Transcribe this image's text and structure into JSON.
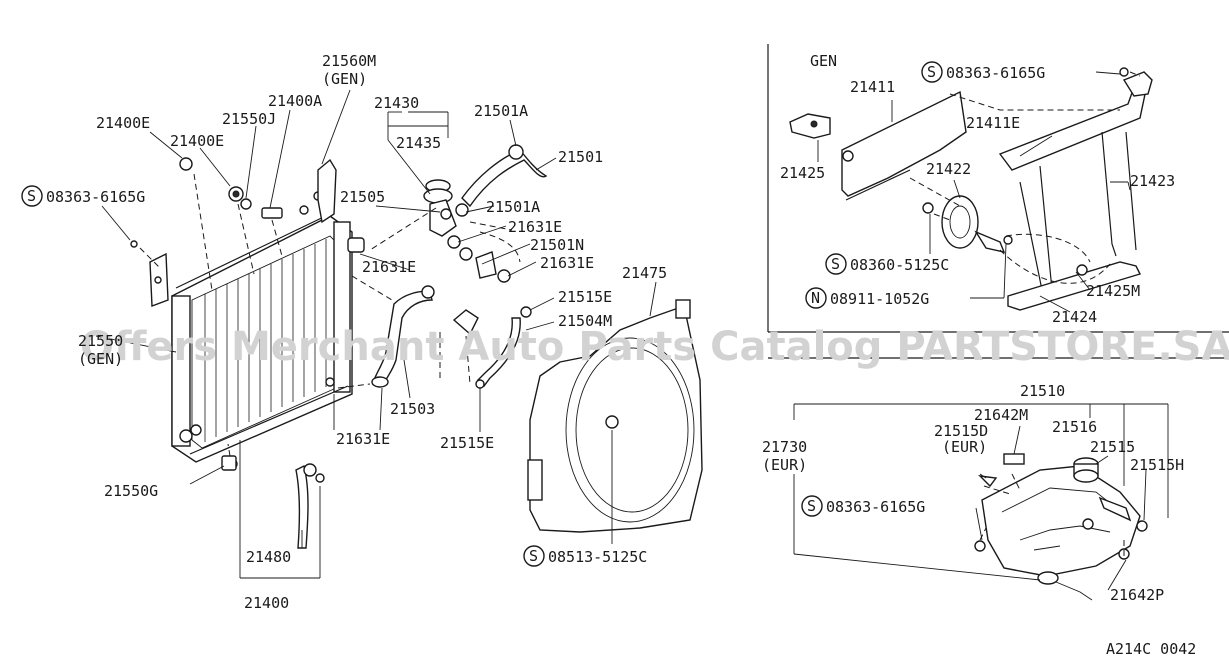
{
  "diagram": {
    "watermark": "Offers Merchant Auto Parts Catalog PARTSTORE.SA",
    "figure_code": "A214C 0042",
    "inset_gen_title": "GEN",
    "labels": {
      "p21560M": "21560M",
      "p21560M_gen": "(GEN)",
      "p21400E_a": "21400E",
      "p21400E_b": "21400E",
      "p21400A": "21400A",
      "p21550J": "21550J",
      "p21430": "21430",
      "p21435": "21435",
      "p21501A_a": "21501A",
      "p21501": "21501",
      "s08363_left": "08363-6165G",
      "p21505": "21505",
      "p21501A_b": "21501A",
      "p21631E_a": "21631E",
      "p21501N": "21501N",
      "p21631E_b": "21631E",
      "p21631E_c": "21631E",
      "p21475": "21475",
      "p21515E_a": "21515E",
      "p21504M": "21504M",
      "p21550_gen": "21550",
      "p21550_gen_tag": "(GEN)",
      "p21503": "21503",
      "p21631E_d": "21631E",
      "p21515E_b": "21515E",
      "p21550G": "21550G",
      "p21480": "21480",
      "p21400": "21400",
      "s08513": "08513-5125C",
      "p21411": "21411",
      "s08363_gen": "08363-6165G",
      "p21411E": "21411E",
      "p21425": "21425",
      "p21422": "21422",
      "p21423": "21423",
      "s08360": "08360-5125C",
      "p21425M": "21425M",
      "n08911": "08911-1052G",
      "p21424": "21424",
      "p21510": "21510",
      "p21642M": "21642M",
      "p21516": "21516",
      "p21515D": "21515D",
      "p21515D_eur": "(EUR)",
      "p21515": "21515",
      "p21515H": "21515H",
      "p21730": "21730",
      "p21730_eur": "(EUR)",
      "s08363_tank": "08363-6165G",
      "p21642P": "21642P"
    },
    "symbols": {
      "s_bolt": "S",
      "n_nut": "N"
    }
  }
}
